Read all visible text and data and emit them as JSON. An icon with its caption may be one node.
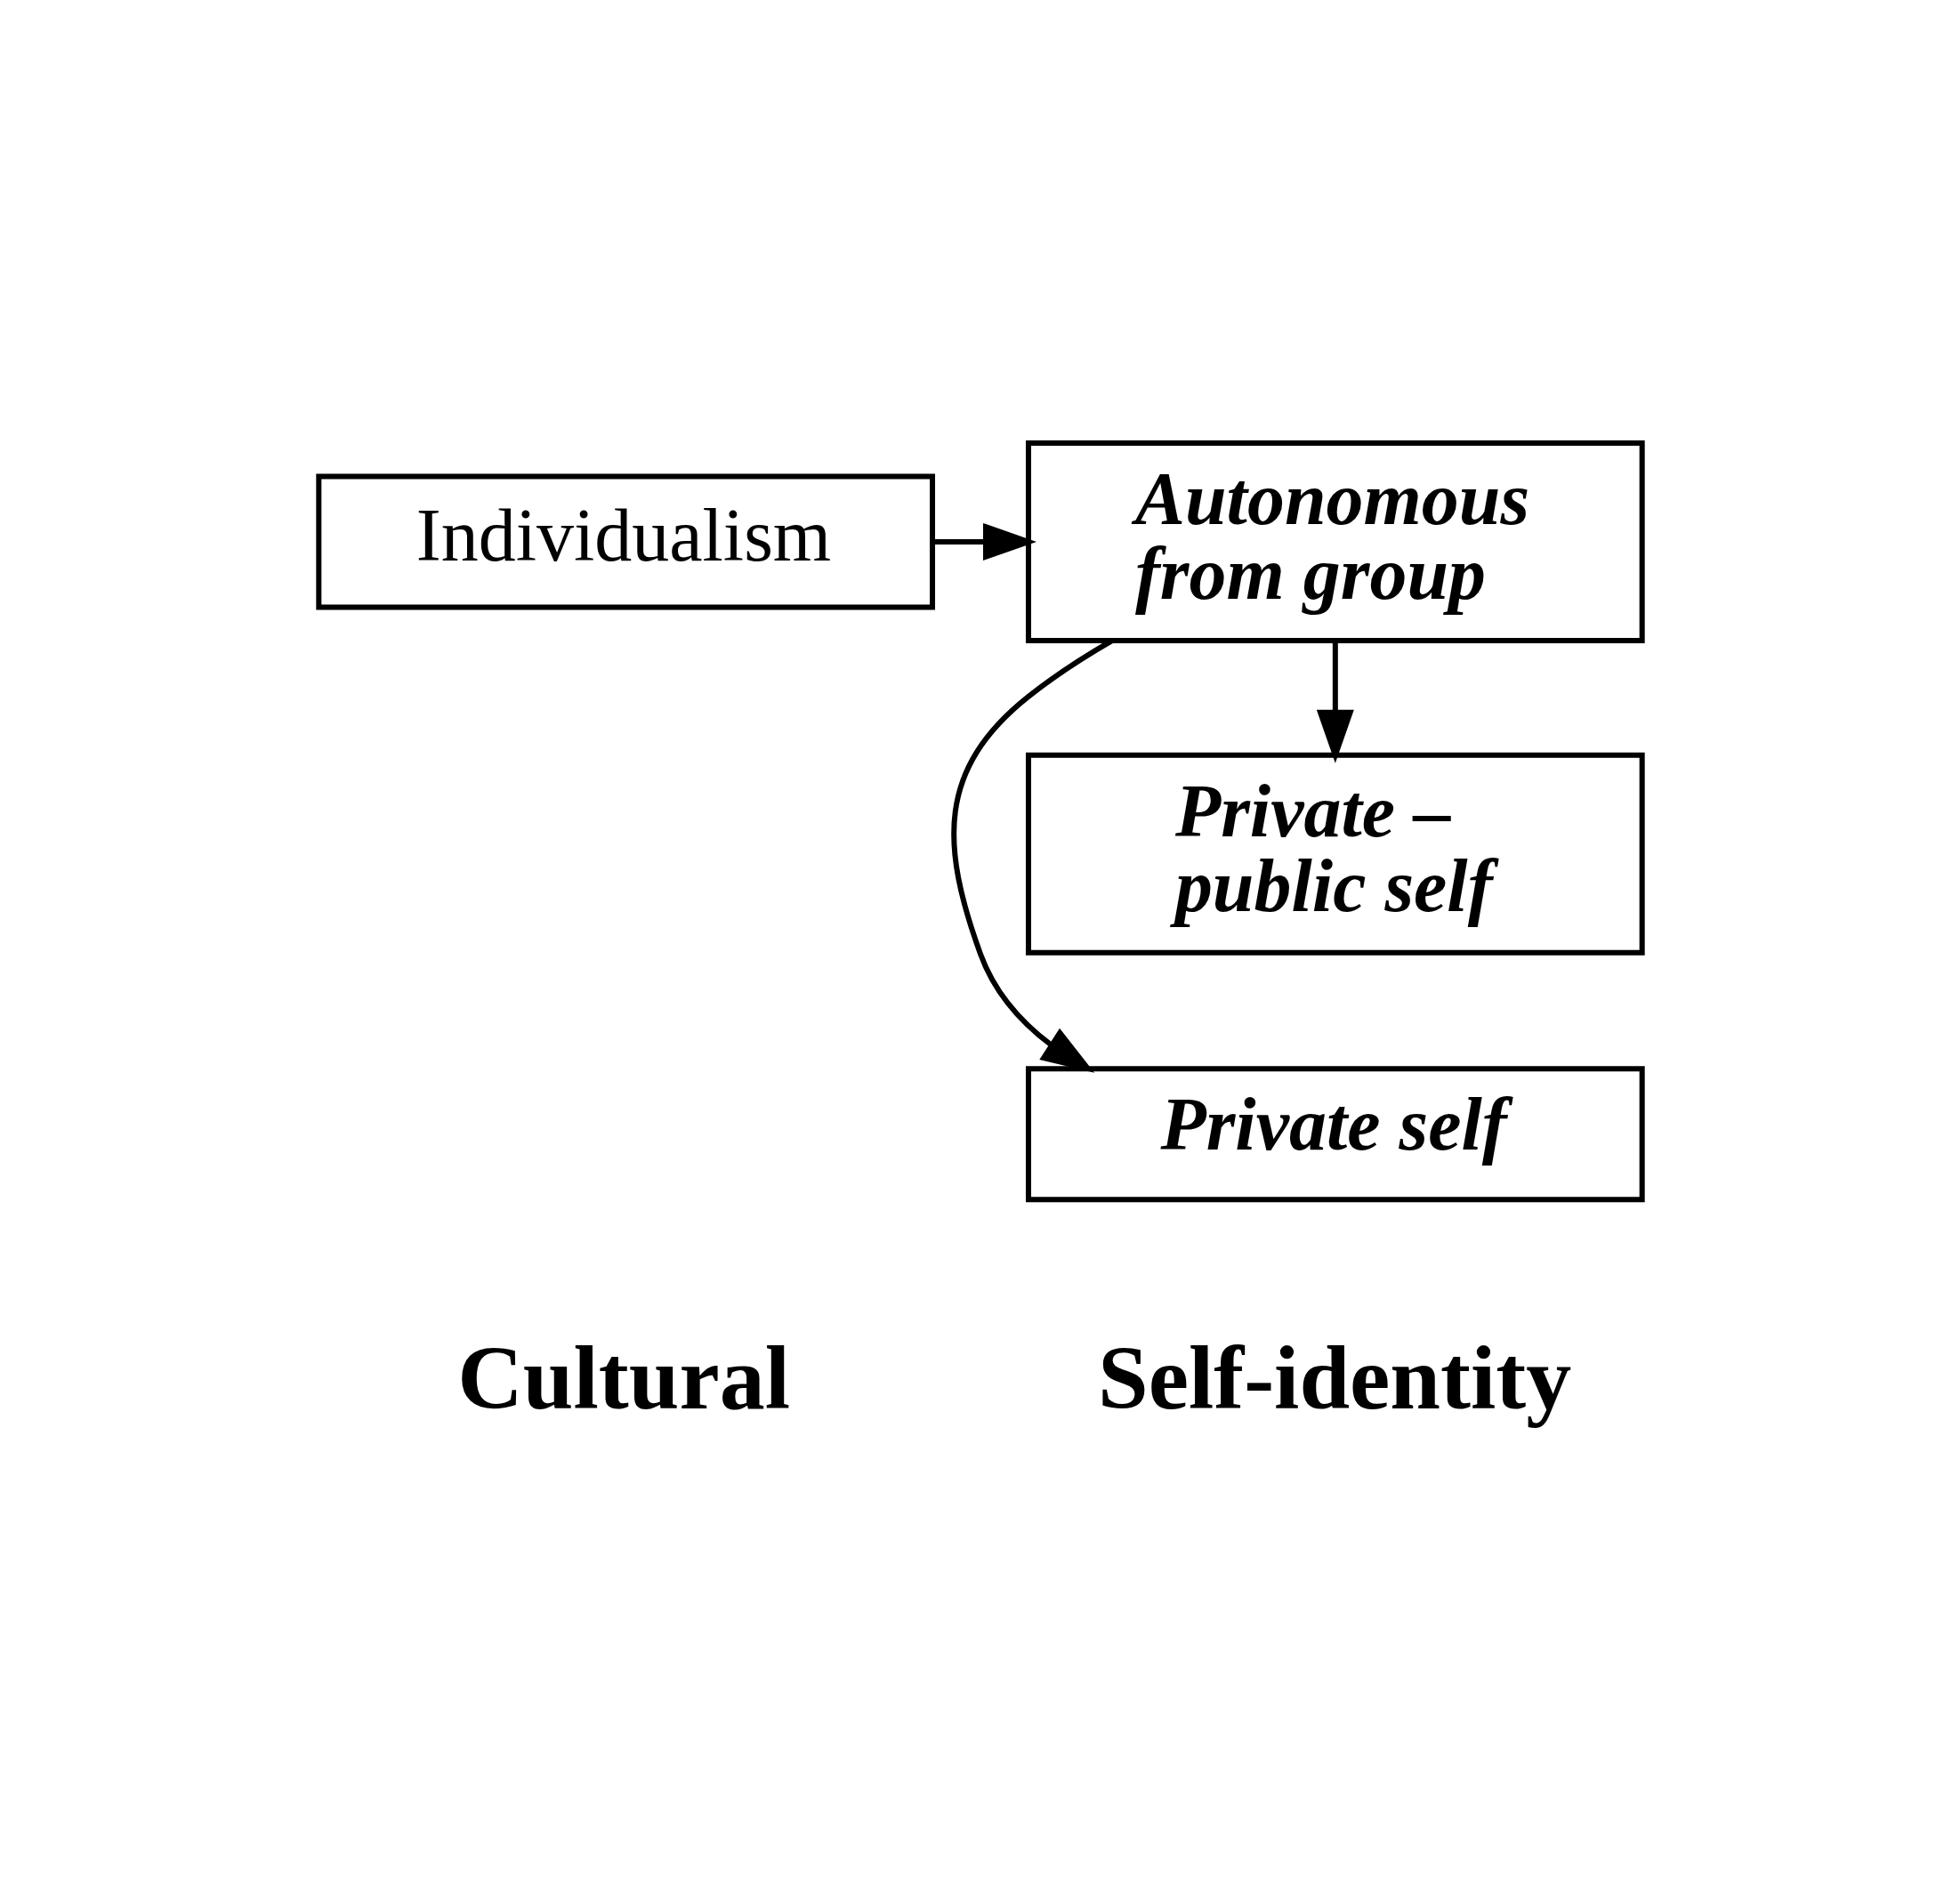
{
  "diagram": {
    "nodes": [
      {
        "text": [
          "Individualism"
        ]
      },
      {
        "text": [
          "Private self"
        ]
      },
      {
        "text": [
          "Autonomous from group"
        ]
      },
      {
        "text": [
          "Private – public self"
        ]
      }
    ],
    "edges": [
      {
        "from": 0,
        "to": 2,
        "arrow": "to"
      },
      {
        "from": 2,
        "to": 1,
        "arrow": "to"
      },
      {
        "from": 2,
        "to": 3,
        "arrow": "to"
      }
    ],
    "labels": [
      "Cultural",
      "Self-identity"
    ]
  }
}
